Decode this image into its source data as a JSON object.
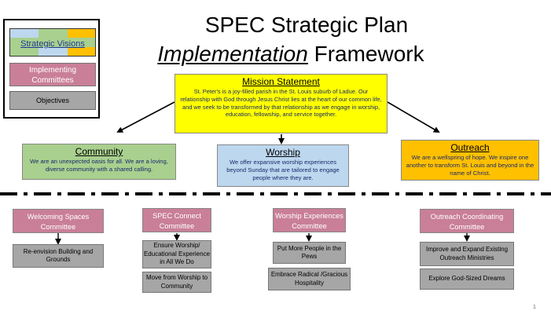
{
  "legend": {
    "strategic_visions": "Strategic Visions",
    "implementing_committees": "Implementing Committees",
    "objectives": "Objectives",
    "colors": {
      "blue": "#bdd7ee",
      "green": "#a9d08e",
      "orange": "#ffc000"
    }
  },
  "title": {
    "line1": "SPEC Strategic Plan",
    "line2_emph": "Implementation",
    "line2_rest": " Framework"
  },
  "mission": {
    "heading": "Mission Statement",
    "text": "St. Peter's is a joy-filled parish in the St. Louis suburb of Ladue.  Our relationship with God through Jesus Christ lies at the heart of our common life, and we seek to be transformed by that relationship as we engage in worship, education, fellowship, and service together."
  },
  "visions": {
    "community": {
      "heading": "Community",
      "text": "We are an unexpected oasis for all. We are a loving, diverse community with a shared calling."
    },
    "worship": {
      "heading": "Worship",
      "text": "We offer expansive worship experiences beyond Sunday that are tailored to engage people where they are."
    },
    "outreach": {
      "heading": "Outreach",
      "text": "We are a wellspring of hope. We inspire one another to transform St. Louis and beyond in the name of Christ."
    }
  },
  "committees": {
    "welcoming": {
      "name": "Welcoming Spaces Committee",
      "objectives": [
        "Re-envision Building and Grounds"
      ]
    },
    "spec_connect": {
      "name": "SPEC Connect Committee",
      "objectives": [
        "Ensure Worship/ Educational Experience in All We Do",
        "Move from Worship to Community"
      ]
    },
    "worship_exp": {
      "name": "Worship Experiences Committee",
      "objectives": [
        "Put More People in the Pews",
        "Embrace Radical /Gracious Hospitality"
      ]
    },
    "outreach_coord": {
      "name": "Outreach Coordinating Committee",
      "objectives": [
        "Improve and Expand Existing Outreach Ministries",
        "Explore God-Sized Dreams"
      ]
    }
  },
  "page_number": "1",
  "colors": {
    "mission": "#ffff00",
    "committee": "#c97f98",
    "objective": "#a6a6a6"
  }
}
